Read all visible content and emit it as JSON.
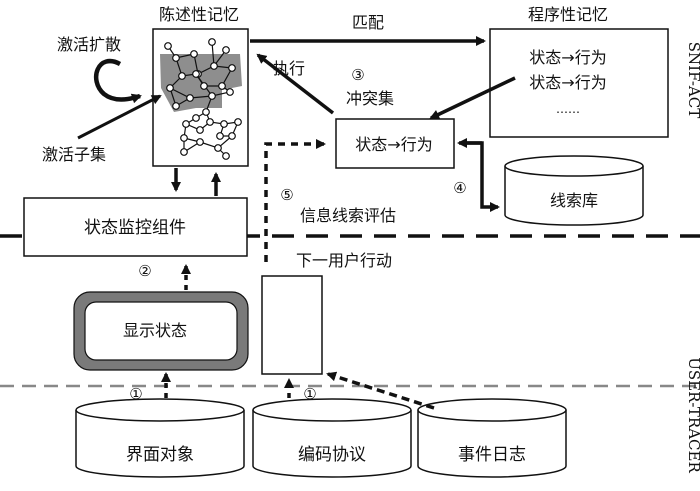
{
  "declarative_memory": {
    "title": "陈述性记忆"
  },
  "activation_spread": "激活扩散",
  "activation_subset": "激活子集",
  "match_label": "匹配",
  "execute_label": "执行",
  "procedural_memory": {
    "title": "程序性记忆",
    "rules": [
      "状态→行为",
      "状态→行为",
      "……"
    ]
  },
  "conflict_set": {
    "title": "冲突集",
    "rule": "状态→行为"
  },
  "cue_base": "线索库",
  "info_scent_eval": "信息线索评估",
  "state_monitor": "状态监控组件",
  "next_user_action": "下一用户行动",
  "display_state": "显示状态",
  "interface_objects": "界面对象",
  "coding_protocol": "编码协议",
  "event_log": "事件日志",
  "markers": {
    "one_a": "①",
    "one_b": "①",
    "two": "②",
    "three": "③",
    "four": "④",
    "five": "⑤"
  },
  "side_labels": {
    "top": "SNIF-ACT",
    "bottom": "USER-TRACER"
  }
}
